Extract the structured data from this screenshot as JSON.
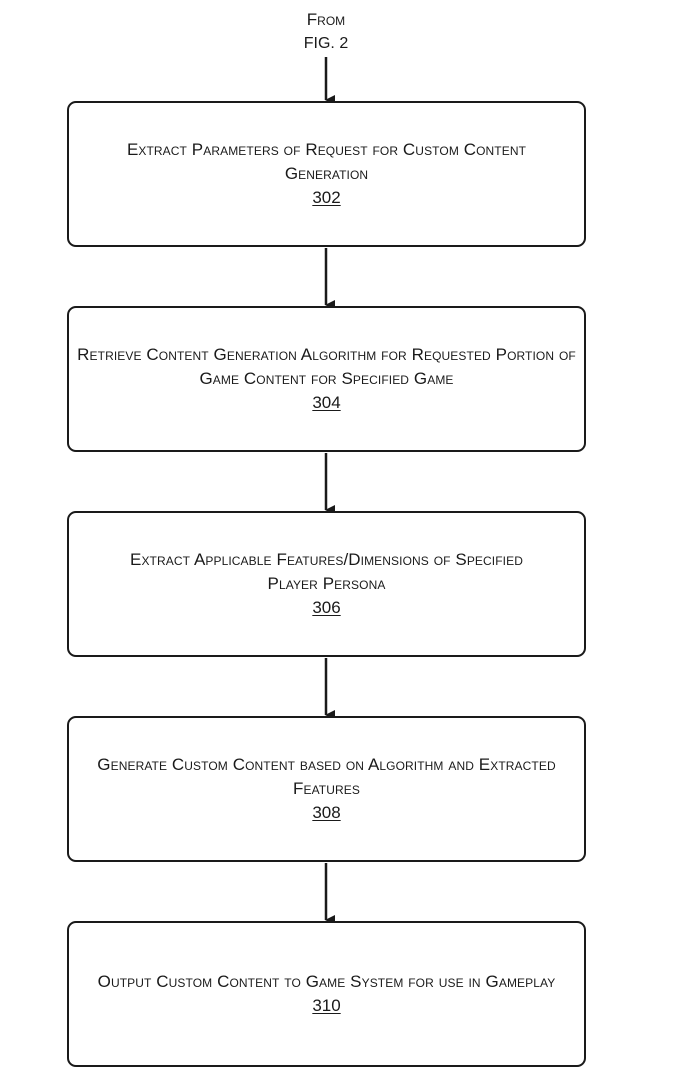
{
  "from_ref": {
    "line1": "From",
    "line2": "FIG. 2"
  },
  "steps": [
    {
      "text": "Extract Parameters of Request for Custom Content Generation",
      "number": "302"
    },
    {
      "text": "Retrieve Content Generation Algorithm for Requested Portion of Game Content for Specified Game",
      "number": "304"
    },
    {
      "text": "Extract Applicable Features/Dimensions of Specified Player Persona",
      "number": "306"
    },
    {
      "text": "Generate Custom Content based on Algorithm and Extracted Features",
      "number": "308"
    },
    {
      "text": "Output Custom Content to Game System for use in Gameplay",
      "number": "310"
    }
  ],
  "colors": {
    "stroke": "#1a1a1a",
    "background": "#ffffff"
  }
}
